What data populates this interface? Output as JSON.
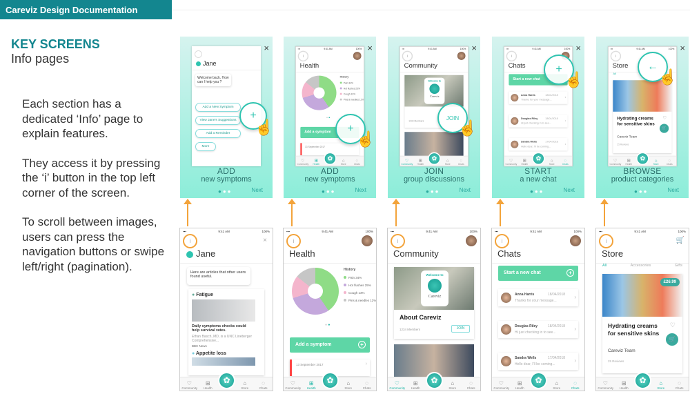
{
  "header": {
    "title": "Careviz Design Documentation"
  },
  "intro": {
    "heading": "KEY SCREENS",
    "subheading": "Info pages",
    "paragraphs": [
      "Each section has a dedicated ‘Info’ page to explain features.",
      "They access it by pressing the ‘i’ button in the top left corner of the screen.",
      "To scroll between images, users can press the navigation buttons or swipe left/right (pagination)."
    ]
  },
  "colors": {
    "brand": "#13868f",
    "accent": "#1db6a6",
    "highlight": "#f3a33a",
    "button": "#5ed6a6"
  },
  "status": {
    "time": "9:41 AM",
    "battery": "100%"
  },
  "tabs": {
    "community": "Community",
    "health": "Health",
    "store": "Store",
    "chats": "Chats"
  },
  "info_cards": [
    {
      "line1": "ADD",
      "line2": "new symptoms",
      "next": "Next",
      "close": "×",
      "menu": [
        "Welcome back, How can I help you ?",
        "Add a New Symptom",
        "View Jane's Suggestions",
        "Add a Reminder",
        "More"
      ]
    },
    {
      "line1": "ADD",
      "line2": "new symptoms",
      "next": "Next",
      "close": "×"
    },
    {
      "line1": "JOIN",
      "line2": "group discussions",
      "next": "Next",
      "close": "×"
    },
    {
      "line1": "START",
      "line2": "a new chat",
      "next": "Next",
      "close": "×"
    },
    {
      "line1": "BROWSE",
      "line2": "product categories",
      "next": "Next",
      "close": "×"
    }
  ],
  "jane": {
    "title": "Jane",
    "bubble": "Here are articles that other users found useful.",
    "topic1": "Fatigue",
    "article_title": "Daily symptoms checks could help survival rates.",
    "article_desc": "Ethan Basch, MD, is a UNC Lineberger Comprehensive...",
    "source": "BBC News",
    "topic2": "Appetite loss"
  },
  "health": {
    "title": "Health",
    "history_label": "History",
    "legend": [
      {
        "label": "Pain 34%",
        "value": 34,
        "color": "#8fdc86"
      },
      {
        "label": "Hot flushes 25%",
        "value": 25,
        "color": "#c4a8dc"
      },
      {
        "label": "Cough 13%",
        "value": 13,
        "color": "#f4b5cc"
      },
      {
        "label": "Pins & needles 12%",
        "value": 12,
        "color": "#c6c6c6"
      }
    ],
    "button": "Add a symptom",
    "entry_date": "13 September 2017"
  },
  "community": {
    "title": "Community",
    "welcome": "Welcome to",
    "brand": "Careviz",
    "group": "About Careviz",
    "members": "1234 Members",
    "join": "JOIN"
  },
  "chats": {
    "title": "Chats",
    "button": "Start a new chat",
    "items": [
      {
        "name": "Anna Harris",
        "date": "18/04/2018",
        "msg": "Thanks for your message..."
      },
      {
        "name": "Douglas Riley",
        "date": "18/04/2018",
        "msg": "Hi just checking in to see..."
      },
      {
        "name": "Sandra Wells",
        "date": "17/04/2018",
        "msg": "Hello dear, I'll be coming..."
      }
    ]
  },
  "store": {
    "title": "Store",
    "tabs": [
      "All",
      "Accessories",
      "Gifts"
    ],
    "price": "£26.99",
    "product": "Hydrating creams for sensitive skins",
    "seller": "Careviz Team",
    "reviews": "25 Reviews"
  }
}
